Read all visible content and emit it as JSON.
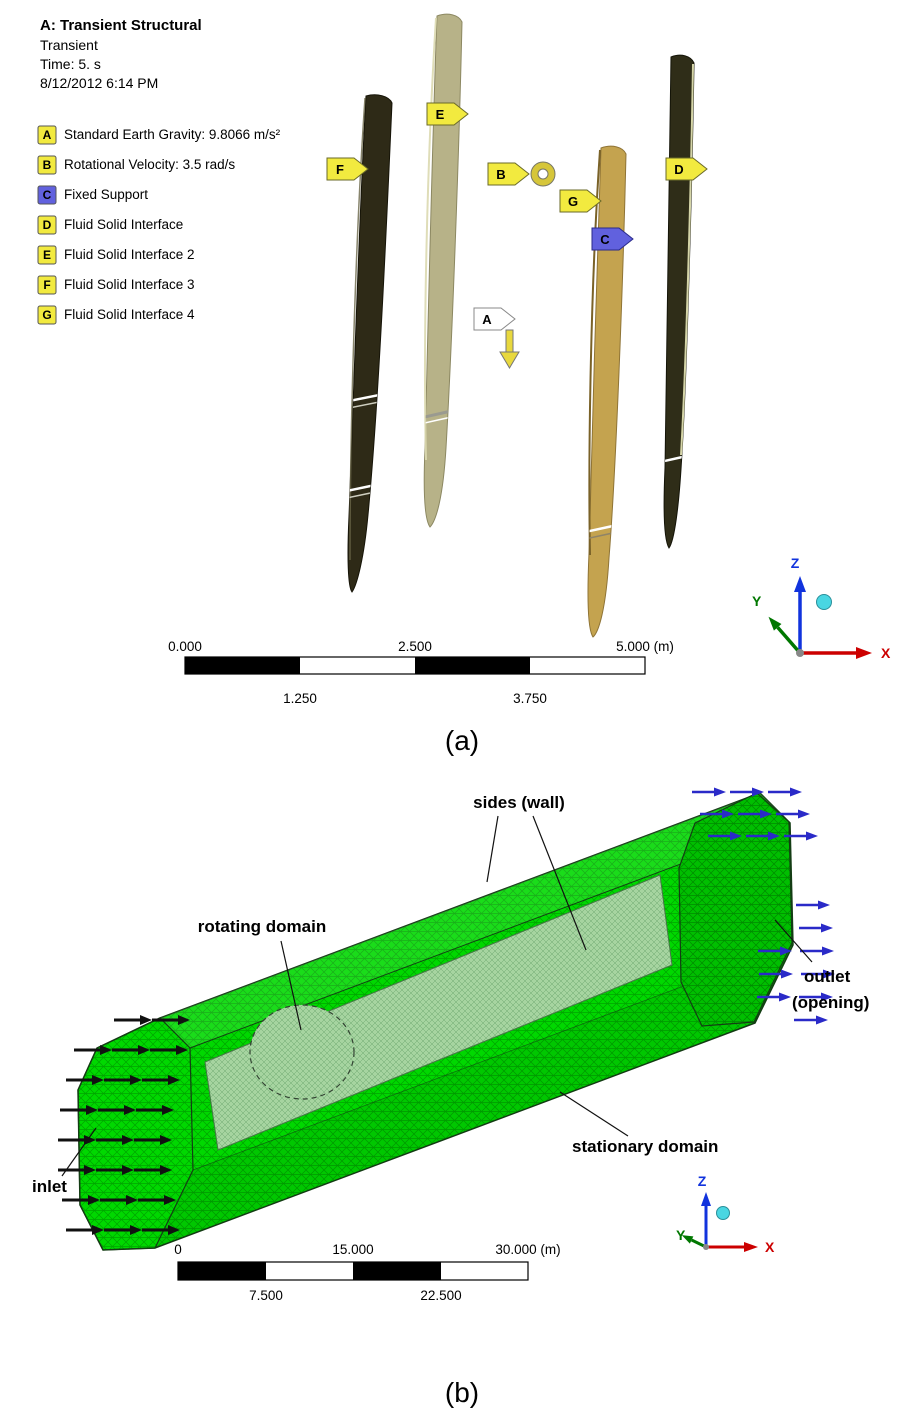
{
  "colors": {
    "flag_yellow": "#f2ea3f",
    "fixed_support_blue": "#6161de",
    "flag_white": "#ffffff",
    "mesh_green": "#00d800",
    "inlet_arrow_black": "#111111",
    "outlet_arrow_blue": "#2a2ac8",
    "axis_x_red": "#cc0000",
    "axis_y_green": "#007700",
    "axis_z_blue": "#1133dd"
  },
  "figure_a": {
    "header": {
      "title": "A: Transient Structural",
      "subtitle": "Transient",
      "time": "Time: 5. s",
      "datetime": "8/12/2012 6:14 PM"
    },
    "legend": [
      {
        "key": "A",
        "color": "#f2ea3f",
        "label": "Standard Earth Gravity: 9.8066 m/s²"
      },
      {
        "key": "B",
        "color": "#f2ea3f",
        "label": "Rotational Velocity: 3.5 rad/s"
      },
      {
        "key": "C",
        "color": "#6161de",
        "label": "Fixed Support"
      },
      {
        "key": "D",
        "color": "#f2ea3f",
        "label": "Fluid Solid Interface"
      },
      {
        "key": "E",
        "color": "#f2ea3f",
        "label": "Fluid Solid Interface 2"
      },
      {
        "key": "F",
        "color": "#f2ea3f",
        "label": "Fluid Solid Interface 3"
      },
      {
        "key": "G",
        "color": "#f2ea3f",
        "label": "Fluid Solid Interface 4"
      }
    ],
    "flags": [
      {
        "letter": "F",
        "color": "#f2ea3f"
      },
      {
        "letter": "E",
        "color": "#f2ea3f"
      },
      {
        "letter": "B",
        "color": "#f2ea3f"
      },
      {
        "letter": "G",
        "color": "#f2ea3f"
      },
      {
        "letter": "C",
        "color": "#6161de"
      },
      {
        "letter": "D",
        "color": "#f2ea3f"
      },
      {
        "letter": "A",
        "color": "#ffffff"
      }
    ],
    "blades": [
      {
        "name": "blade-1",
        "color": "#2e2a17"
      },
      {
        "name": "blade-2",
        "color": "#b7b288"
      },
      {
        "name": "blade-3",
        "color": "#c4a34f"
      },
      {
        "name": "blade-4",
        "color": "#2f2d18"
      }
    ],
    "scale_bar": {
      "top_labels": [
        "0.000",
        "2.500",
        "5.000 (m)"
      ],
      "bottom_labels": [
        "1.250",
        "3.750"
      ]
    },
    "triad": {
      "x": "X",
      "y": "Y",
      "z": "Z"
    },
    "caption": "(a)"
  },
  "figure_b": {
    "labels": {
      "sides": "sides (wall)",
      "rotating": "rotating domain",
      "outlet_1": "outlet",
      "outlet_2": "(opening)",
      "inlet": "inlet",
      "stationary": "stationary domain"
    },
    "scale_bar": {
      "top_labels": [
        "0",
        "15.000",
        "30.000  (m)"
      ],
      "bottom_labels": [
        "7.500",
        "22.500"
      ]
    },
    "triad": {
      "x": "X",
      "y": "Y",
      "z": "Z"
    },
    "caption": "(b)"
  }
}
